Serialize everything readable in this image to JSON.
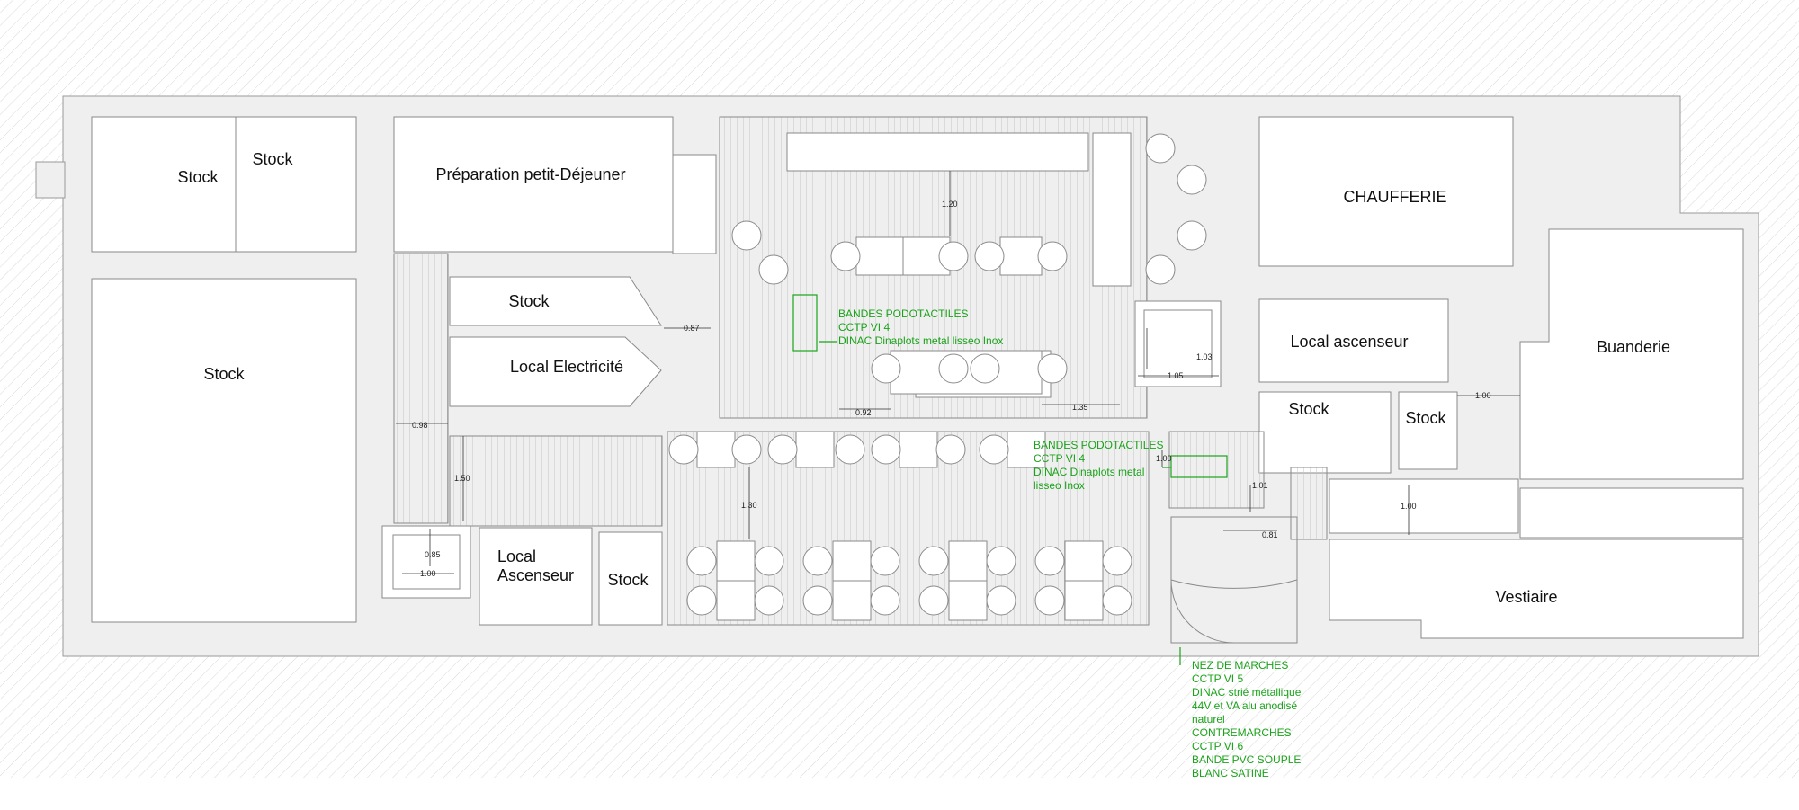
{
  "colors": {
    "wall": "#ededed",
    "wall_edge": "#9a9a9a",
    "hatch": "#d2d2d2",
    "annotation_green": "#1aa31a",
    "text": "#111111"
  },
  "rooms": [
    {
      "id": "stock-1",
      "label": "Stock"
    },
    {
      "id": "stock-2",
      "label": "Stock"
    },
    {
      "id": "prep",
      "label": "Préparation petit-Déjeuner"
    },
    {
      "id": "stock-3",
      "label": "Stock"
    },
    {
      "id": "stock-4",
      "label": "Stock"
    },
    {
      "id": "elec",
      "label": "Local Electricité"
    },
    {
      "id": "asc-1",
      "label_line1": "Local",
      "label_line2": "Ascenseur"
    },
    {
      "id": "stock-5",
      "label": "Stock"
    },
    {
      "id": "chaufferie",
      "label": "CHAUFFERIE"
    },
    {
      "id": "asc-2",
      "label": "Local ascenseur"
    },
    {
      "id": "stock-6",
      "label": "Stock"
    },
    {
      "id": "stock-7",
      "label": "Stock"
    },
    {
      "id": "buanderie",
      "label": "Buanderie"
    },
    {
      "id": "vestiaire",
      "label": "Vestiaire"
    }
  ],
  "dimensions": [
    "1.20",
    "0.87",
    "1.03",
    "1.05",
    "0.92",
    "1.35",
    "0.98",
    "1.50",
    "1.30",
    "0.85",
    "1.00",
    "1.00",
    "1.01",
    "0.81",
    "1.00",
    "1.00"
  ],
  "annotations": [
    {
      "lines": [
        "BANDES PODOTACTILES",
        "CCTP VI 4",
        "DINAC Dinaplots metal lisseo Inox"
      ]
    },
    {
      "lines": [
        "BANDES PODOTACTILES",
        "CCTP VI 4",
        "DINAC Dinaplots metal",
        "lisseo Inox"
      ]
    },
    {
      "lines": [
        "NEZ DE MARCHES",
        "CCTP VI 5",
        "DINAC strié métallique",
        "44V et VA alu anodisé",
        "naturel",
        "CONTREMARCHES",
        "CCTP VI 6",
        "BANDE PVC SOUPLE",
        "BLANC SATINE"
      ]
    }
  ]
}
